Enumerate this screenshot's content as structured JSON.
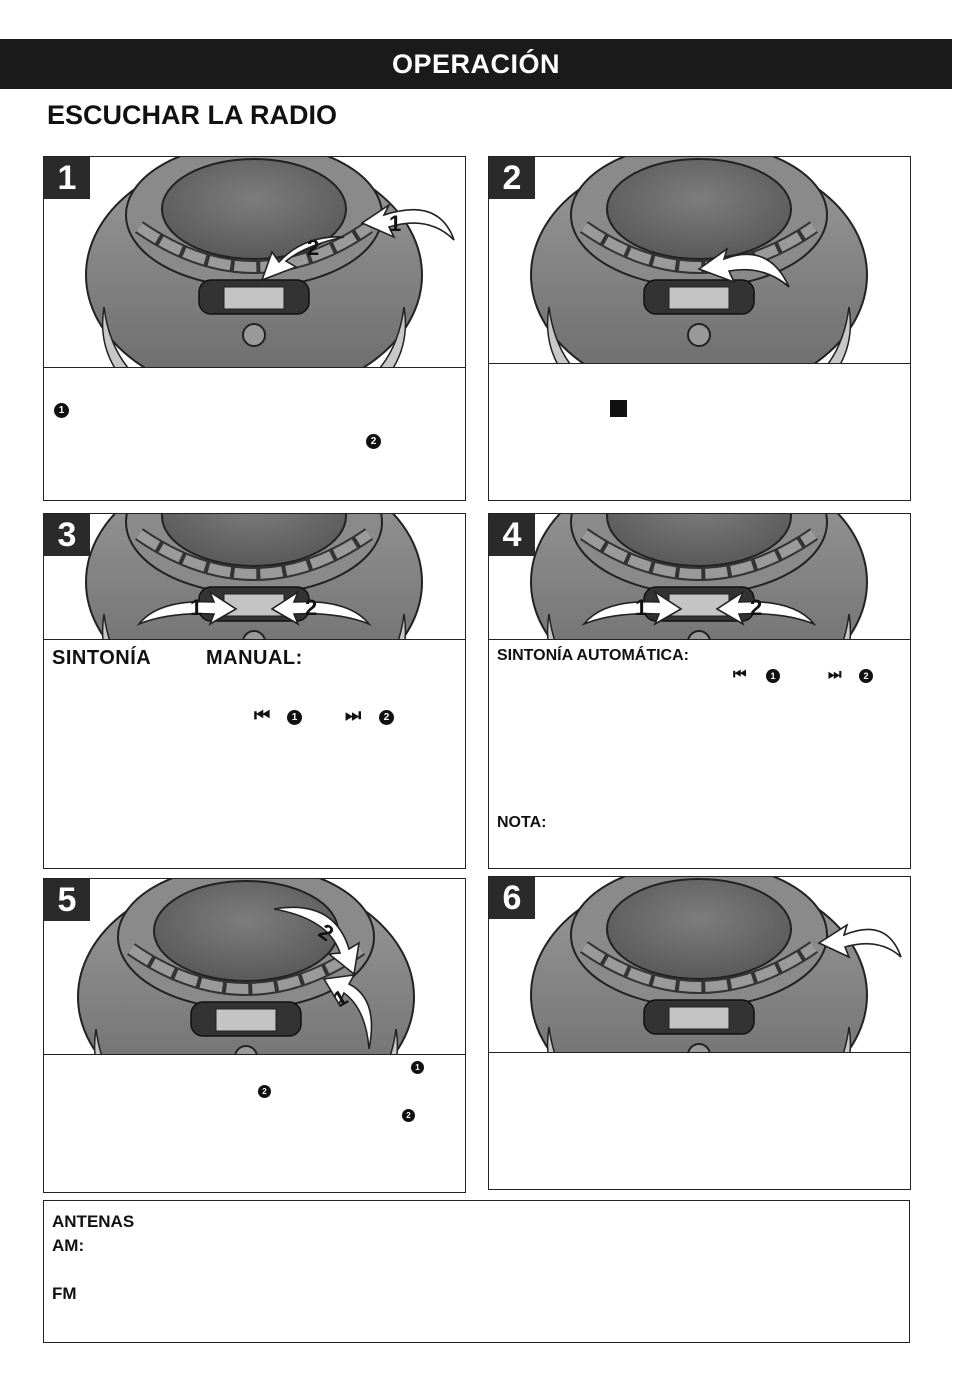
{
  "header": {
    "title": "OPERACIÓN"
  },
  "section": {
    "title": "ESCUCHAR LA RADIO"
  },
  "steps": [
    {
      "number": "1",
      "bullets": [
        "1",
        "2"
      ]
    },
    {
      "number": "2",
      "stop_icon": "stop-icon"
    },
    {
      "number": "3",
      "heading_a": "SINTONÍA",
      "heading_b": "MANUAL:",
      "bullets": [
        "1",
        "2"
      ]
    },
    {
      "number": "4",
      "heading": "SINTONÍA AUTOMÁTICA:",
      "note": "NOTA:",
      "bullets": [
        "1",
        "2"
      ]
    },
    {
      "number": "5",
      "bullets": [
        "1",
        "2",
        "2"
      ]
    },
    {
      "number": "6"
    }
  ],
  "arrow_labels": {
    "one": "1",
    "two": "2"
  },
  "antennas": {
    "title": "ANTENAS",
    "am": "AM:",
    "fm": "FM"
  },
  "icons": {
    "prev": "skip-back-icon",
    "next": "skip-forward-icon",
    "stop": "stop-icon"
  }
}
